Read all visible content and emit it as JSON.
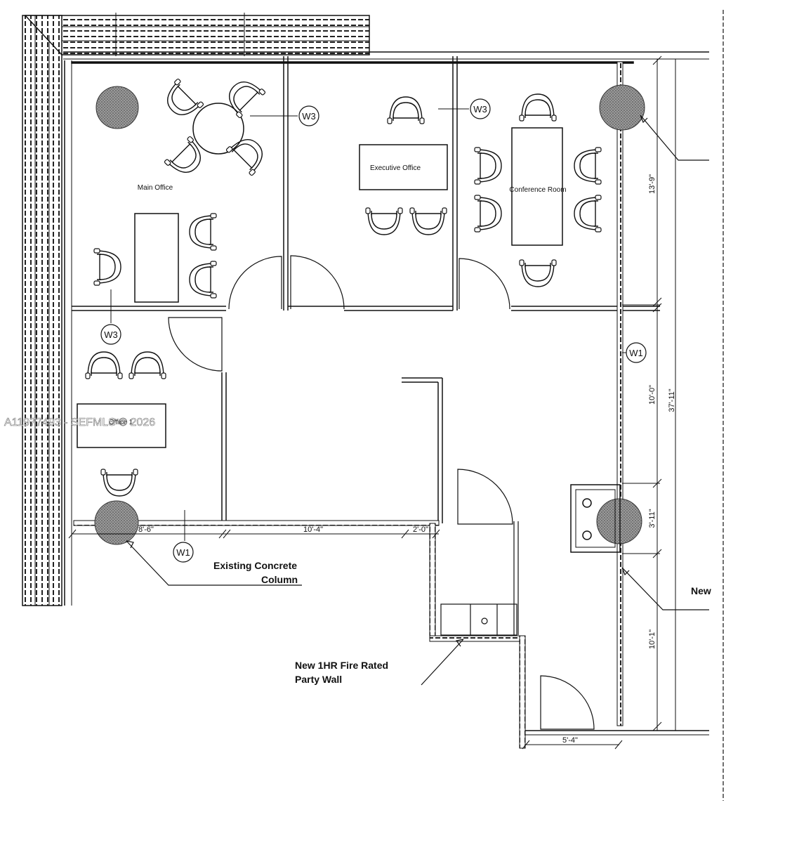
{
  "rooms": {
    "main_office": "Main Office",
    "executive_office": "Executive Office",
    "conference_room": "Conference Room",
    "office_1": "Office 1"
  },
  "wall_tags": {
    "w3_main_office": "W3",
    "w3_executive": "W3",
    "w3_office_1": "W3",
    "w1_bottom": "W1",
    "w1_right": "W1"
  },
  "dimensions": {
    "d_8_6": "8'-6\"",
    "d_10_4": "10'-4\"",
    "d_2_0": "2'-0\"",
    "d_5_4": "5'-4\"",
    "d_13_9": "13'-9\"",
    "d_10_0": "10'-0\"",
    "d_37_11": "37'-11\"",
    "d_3_11": "3'-11\"",
    "d_10_1": "10'-1\""
  },
  "notes": {
    "column_line1": "Existing Concrete",
    "column_line2": "Column",
    "party_wall_line1": "New 1HR Fire Rated",
    "party_wall_line2": "Party Wall",
    "new_partial": "New"
  },
  "watermark": "A11977493 - SEFMLS © 2026"
}
